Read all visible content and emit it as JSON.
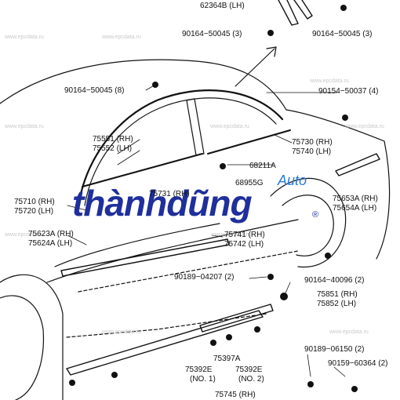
{
  "watermark": "www.epcdata.ru",
  "logo": {
    "main": "thànhdũng",
    "sub": "Auto",
    "registered": "®",
    "color": "#1f2f9b",
    "sub_color": "#2a7ad8"
  },
  "labels": {
    "p62364b": "62364B (LH)",
    "p90164_50045_top_left": "90164−50045 (3)",
    "p90164_50045_top_right": "90164−50045 (3)",
    "p90164_50045_8": "90164−50045 (8)",
    "p90154_50037": "90154−50037 (4)",
    "p75551": "75551 (RH)",
    "p75552": "75552 (LH)",
    "p75730": "75730 (RH)",
    "p75740": "75740 (LH)",
    "p68211a": "68211A",
    "p68955g": "68955G",
    "p75710": "75710 (RH)",
    "p75720": "75720 (LH)",
    "p75731": "75731 (RH)",
    "p75653a": "75653A (RH)",
    "p75654a": "75654A (LH)",
    "p75623a": "75623A (RH)",
    "p75624a": "75624A (LH)",
    "p75741": "75741 (RH)",
    "p75742": "75742 (LH)",
    "p90189_04207": "90189−04207 (2)",
    "p90164_40096": "90164−40096 (2)",
    "p75851": "75851 (RH)",
    "p75852": "75852 (LH)",
    "p75397a": "75397A",
    "p75392e_1": "75392E",
    "p75392e_1_no": "(NO. 1)",
    "p75392e_2": "75392E",
    "p75392e_2_no": "(NO. 2)",
    "p75745": "75745 (RH)",
    "p90189_06150": "90189−06150 (2)",
    "p90159_60364": "90159−60364 (2)"
  }
}
